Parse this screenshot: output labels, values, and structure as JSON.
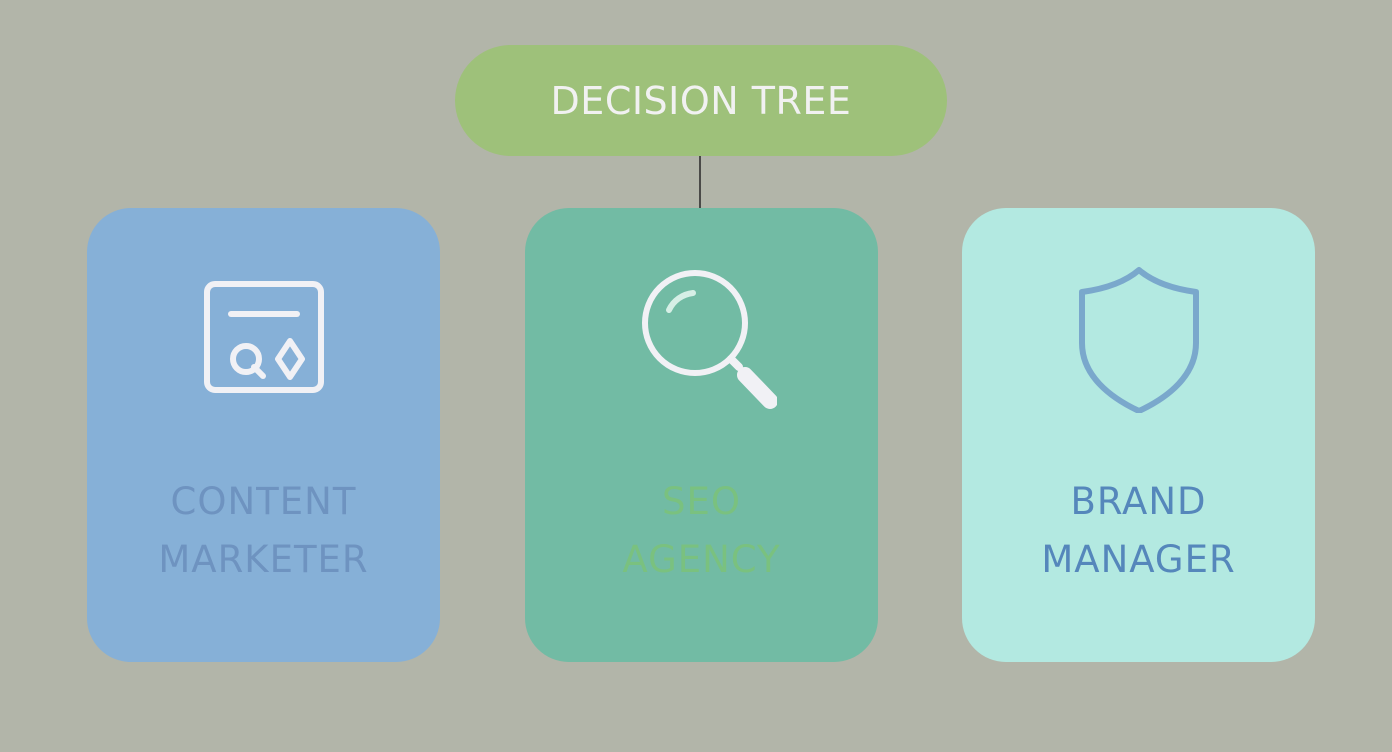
{
  "root": {
    "label": "DECISION TREE",
    "color": "#9ec17a",
    "text_color": "#f1f1f1"
  },
  "connector_color": "#4a4a48",
  "background": "#b2b5a9",
  "cards": [
    {
      "icon": "content-window-icon",
      "lines": [
        "CONTENT",
        "MARKETER"
      ],
      "bg": "#86b0d7",
      "text_color": "#6e93c0",
      "icon_color": "#f1f1f5"
    },
    {
      "icon": "magnifier-icon",
      "lines": [
        "SEO",
        "AGENCY"
      ],
      "bg": "#72bba4",
      "text_color": "#7ac17f",
      "icon_color": "#f1f1f5"
    },
    {
      "icon": "shield-icon",
      "lines": [
        "BRAND",
        "MANAGER"
      ],
      "bg": "#b3e9e1",
      "text_color": "#5587bb",
      "icon_color": "#7aa8cc"
    }
  ]
}
